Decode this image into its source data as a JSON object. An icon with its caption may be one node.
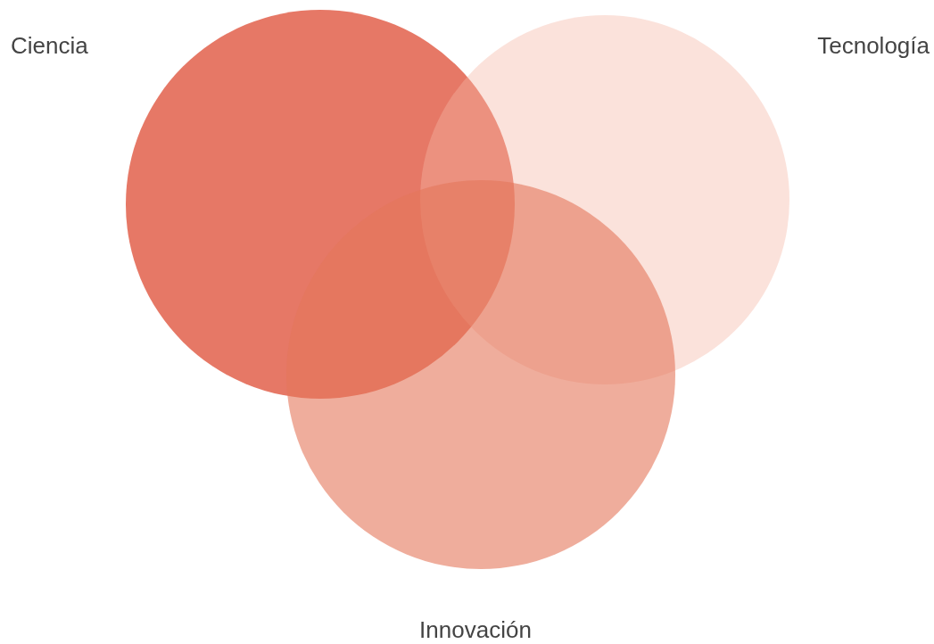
{
  "diagram": {
    "nodes": [
      {
        "text": [],
        "shape": "circle",
        "beside": [
          "Ciencia"
        ]
      },
      {
        "text": [],
        "shape": "circle",
        "beside": [
          "Tecnología"
        ]
      },
      {
        "text": [],
        "shape": "circle",
        "beside": [
          "Innovación"
        ]
      }
    ],
    "edges": []
  }
}
